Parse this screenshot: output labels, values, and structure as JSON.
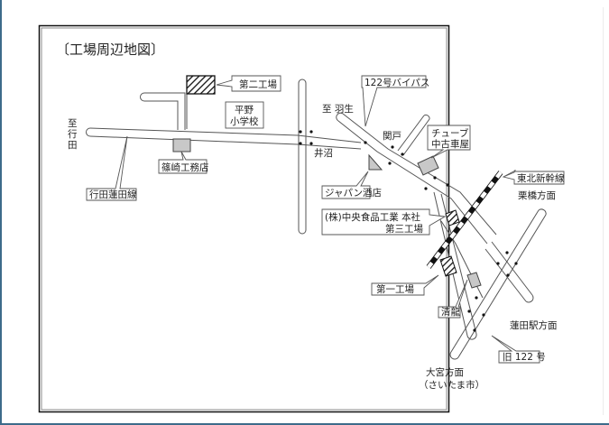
{
  "map": {
    "title": "〔工場周辺地図〕",
    "colors": {
      "frame": "#1a1a1a",
      "road_outline": "#555555",
      "building_fill": "#c8c8c8",
      "page_accent": "#3d6b8a"
    },
    "factories": {
      "factory2": "第二工場",
      "factory1": "第一工場",
      "hq_line1": "(株)中央食品工業 本社",
      "hq_line2": "第三工場"
    },
    "landmarks": {
      "school_line1": "平野",
      "school_line2": "小学校",
      "shinozaki": "篠崎工務店",
      "japan_sake": "ジャパン酒店",
      "tube_line1": "チューブ",
      "tube_line2": "中古車屋",
      "seiryu": "清龍"
    },
    "roads": {
      "gyoda_hasuda": "行田蓮田線",
      "bypass": "122号バイパス",
      "old122": "旧 122 号",
      "shinkansen": "東北新幹線"
    },
    "places": {
      "to_gyoda": [
        "至",
        "行",
        "田"
      ],
      "to_hanyu": "至 羽生",
      "inuma": "井沼",
      "sekido": "関戸",
      "kurihashi": "栗橋方面",
      "hasuda_station": "蓮田駅方面",
      "omiya_line1": "大宮方面",
      "omiya_line2": "（さいたま市）"
    }
  }
}
